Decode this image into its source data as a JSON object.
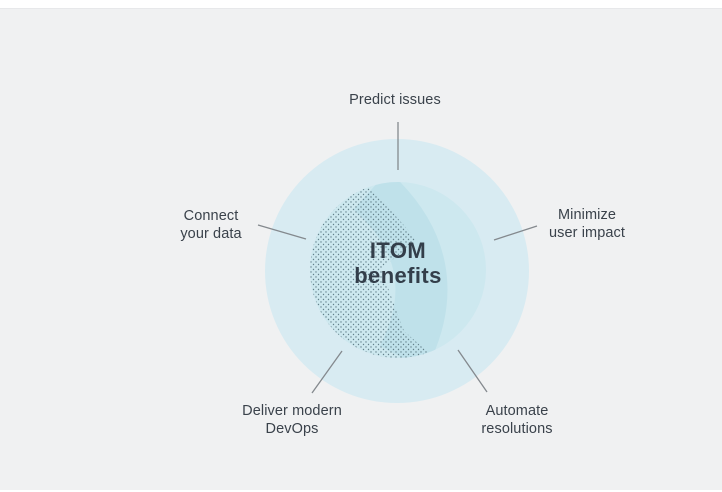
{
  "page": {
    "background": "#f0f1f2",
    "frame_background": "#ffffff"
  },
  "diagram": {
    "center": {
      "line1": "ITOM",
      "line2": "benefits"
    },
    "labels": {
      "top": {
        "line1": "Predict issues"
      },
      "right": {
        "line1": "Minimize",
        "line2": "user impact"
      },
      "bottom_right": {
        "line1": "Automate",
        "line2": "resolutions"
      },
      "bottom_left": {
        "line1": "Deliver modern",
        "line2": "DevOps"
      },
      "left": {
        "line1": "Connect",
        "line2": "your data"
      }
    },
    "colors": {
      "outer_circle": "#d8ebf2",
      "inner_circle": "#cde8ef",
      "shade_band": "#bfe1ea",
      "dots": "#63808a",
      "connector_line": "#84898e",
      "label_text": "#3a424b",
      "center_text": "#333e4a"
    }
  }
}
